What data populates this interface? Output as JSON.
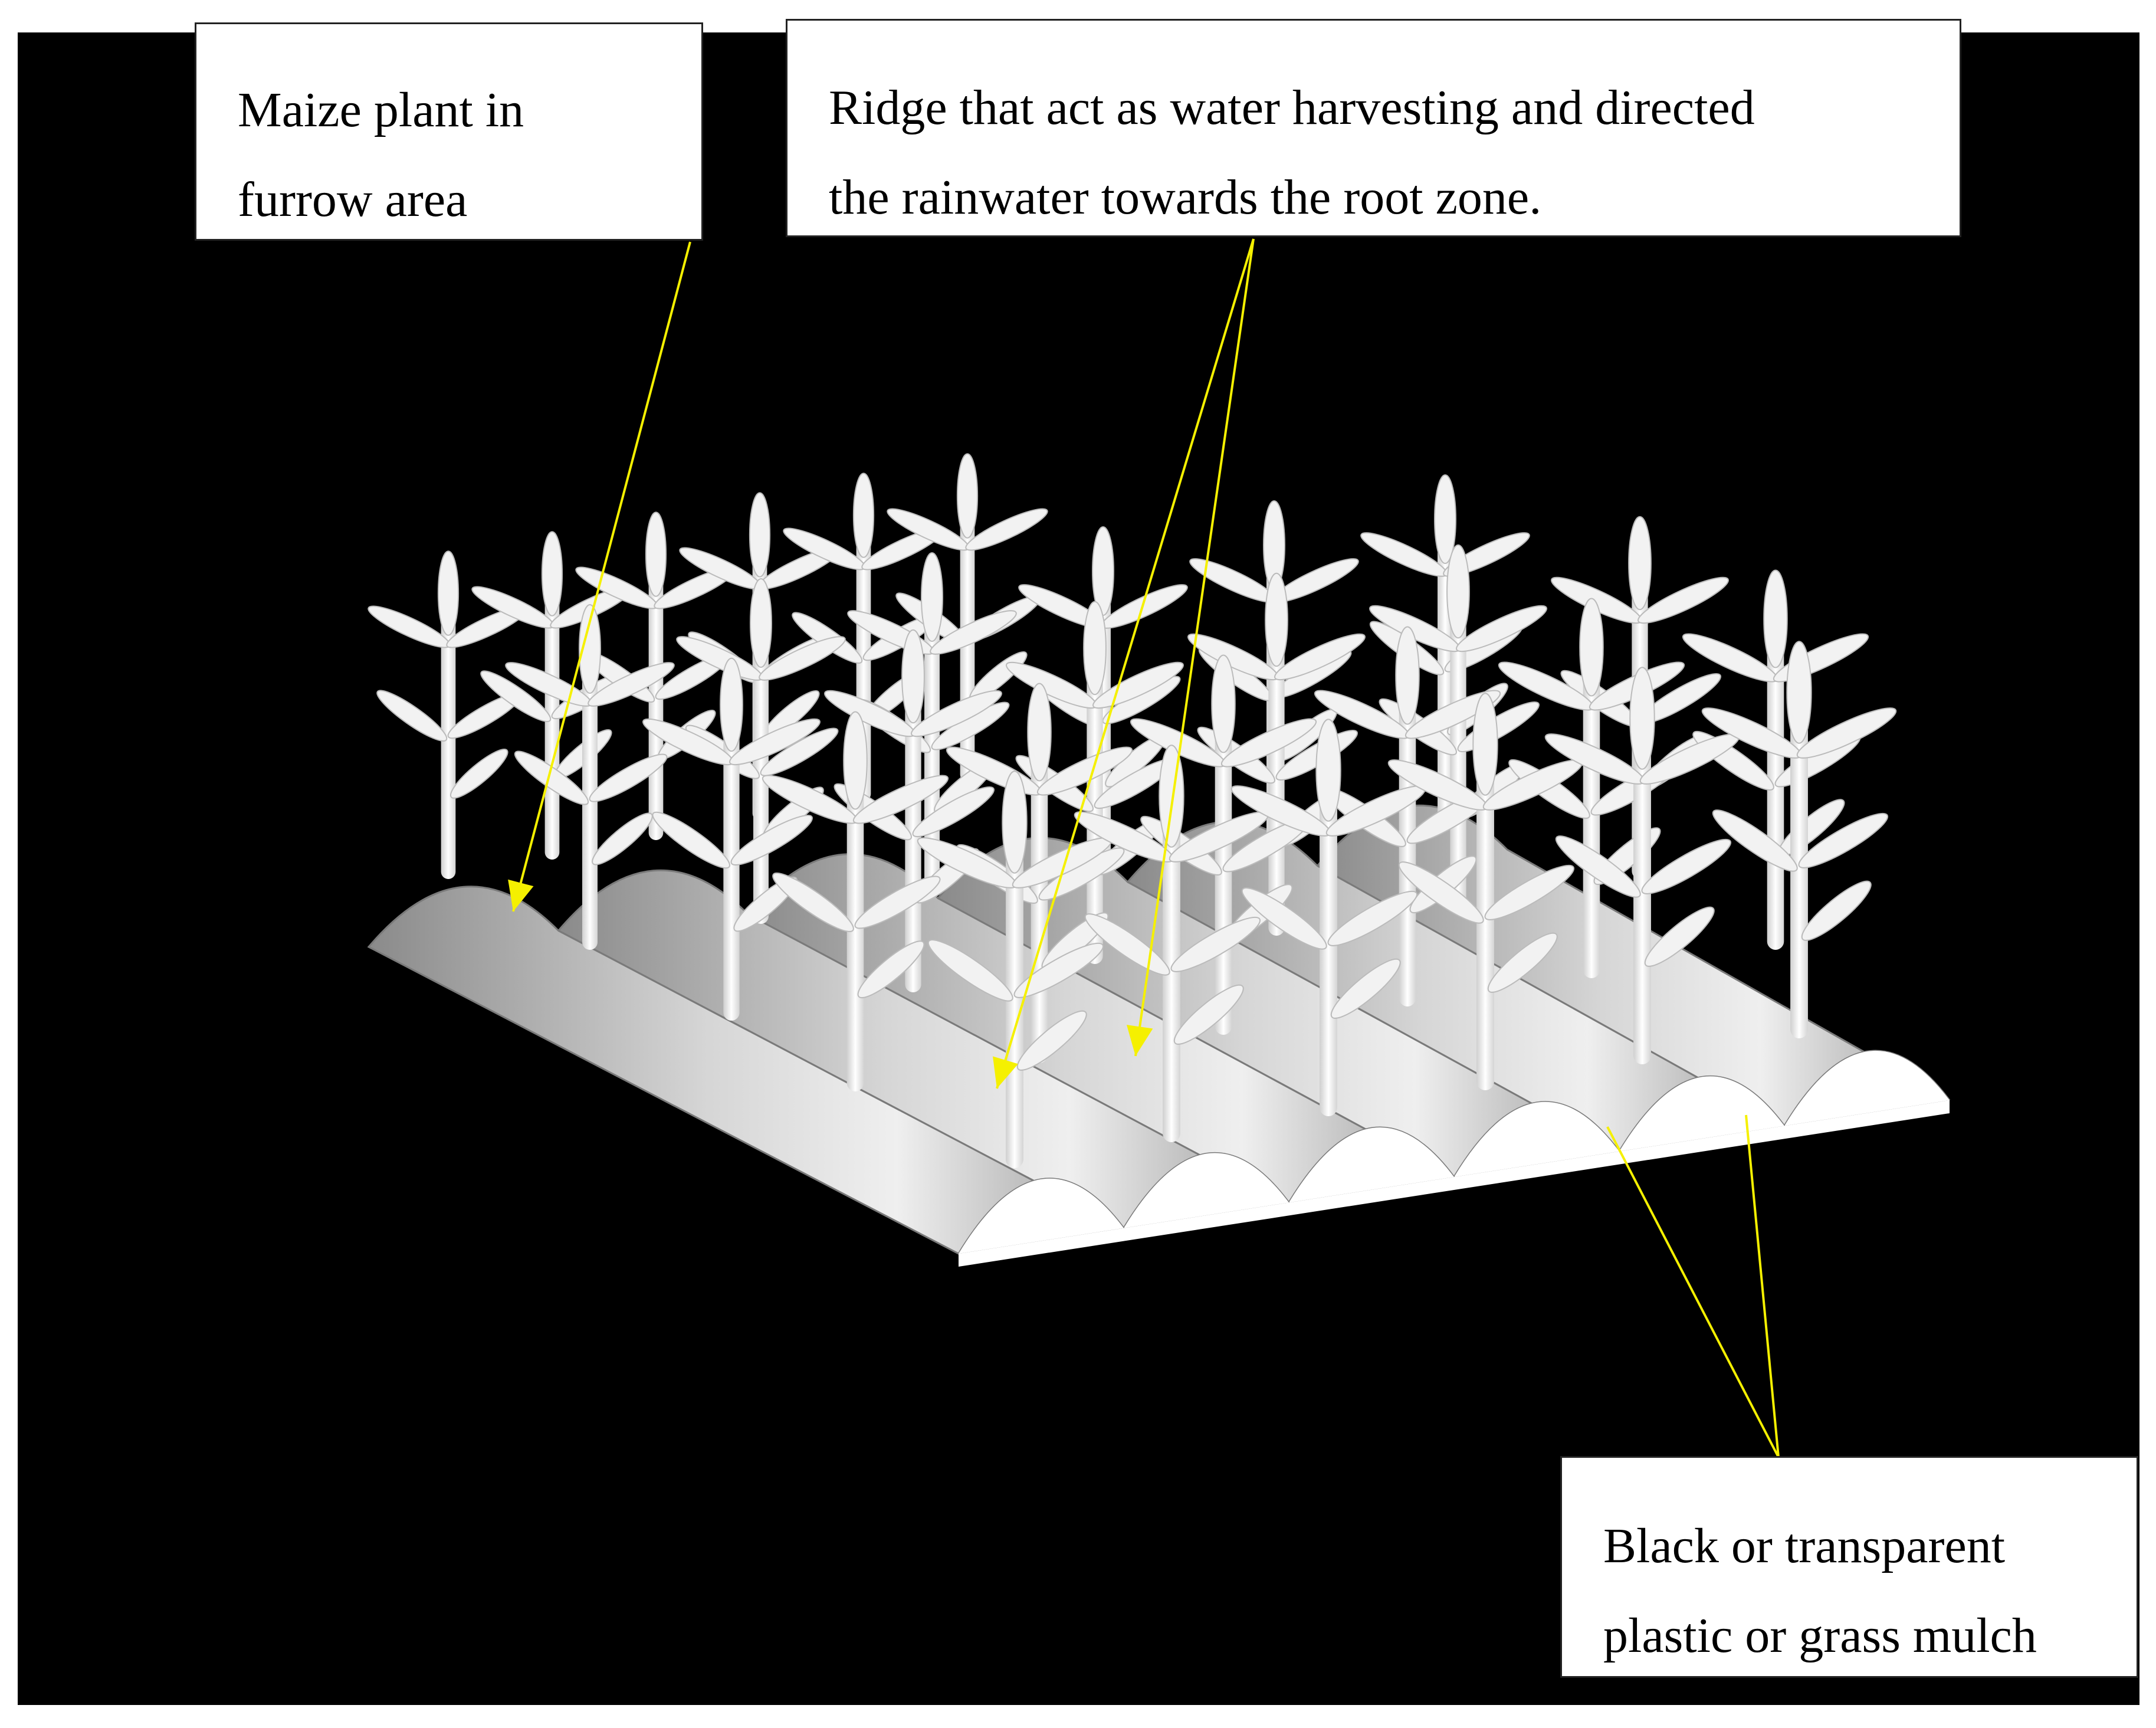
{
  "colors": {
    "background": "#000000",
    "frame": "#ffffff",
    "leader_line": "#f5f000",
    "soil": "#bdbdbd",
    "plant": "#f2f2f2"
  },
  "labels": {
    "maize": {
      "line1": "Maize plant in",
      "line2": "furrow area"
    },
    "ridge": {
      "line1": "Ridge that act as water harvesting and directed",
      "line2": "the rainwater towards the root zone."
    },
    "mulch": {
      "line1": "Black or transparent",
      "line2": "plastic or grass mulch"
    }
  },
  "field": {
    "ridge_count": 6,
    "plants_per_row": 6
  }
}
